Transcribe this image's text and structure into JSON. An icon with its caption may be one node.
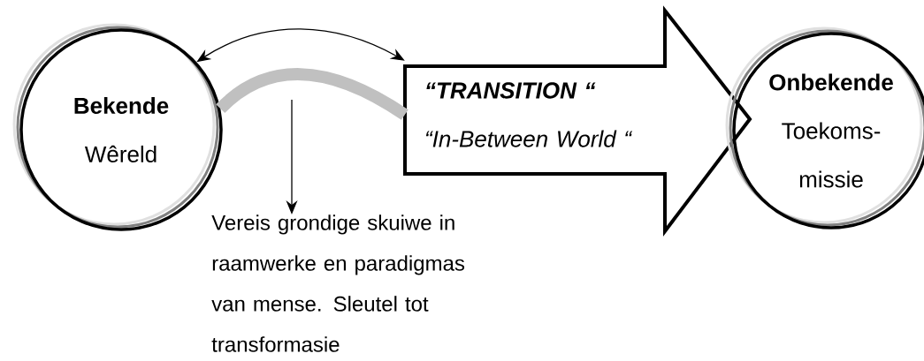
{
  "diagram": {
    "nodes": [
      {
        "text": [
          "Bekende",
          "Wêreld"
        ]
      },
      {
        "text": [
          "“TRANSITION “",
          "“In-Between World “"
        ]
      },
      {
        "text": [
          "Onbekende",
          "Toekoms- missie"
        ]
      },
      {
        "text": [
          "Vereis grondige skuiwe in raamwerke en paradigmas van mense. Sleutel tot transformasie"
        ]
      }
    ],
    "edges": [
      {
        "from": 0,
        "to": 1,
        "arrow": "none",
        "style": "thick",
        "color": "#c0c0c0"
      },
      {
        "from": 0,
        "to": 1,
        "arrow": "both"
      },
      {
        "from": null,
        "to": 3,
        "arrow": "to"
      }
    ]
  }
}
